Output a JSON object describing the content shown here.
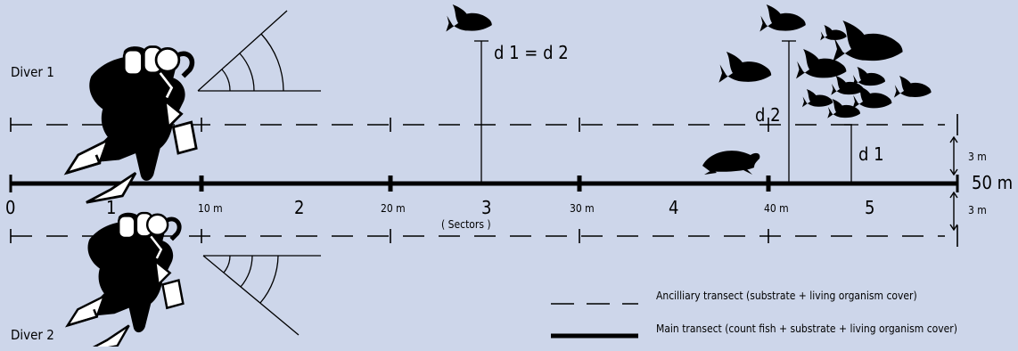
{
  "background_color": "#cdd6ea",
  "ink_color": "#000000",
  "divers": {
    "diver1_label": "Diver 1",
    "diver2_label": "Diver 2"
  },
  "transect": {
    "start_label": "0",
    "end_label": "50 m",
    "distance_marks": [
      "10 m",
      "20 m",
      "30 m",
      "40 m"
    ],
    "sector_numbers": [
      "1",
      "2",
      "3",
      "4",
      "5"
    ],
    "sectors_label": "( Sectors )",
    "offset_upper": "3 m",
    "offset_lower": "3 m"
  },
  "distances": {
    "equal_label": "d 1 = d 2",
    "d2_label": "d 2",
    "d1_label": "d 1"
  },
  "legend": {
    "ancillary": "Ancilliary transect (substrate + living organism cover)",
    "main": "Main transect (count fish + substrate + living organism cover)"
  }
}
